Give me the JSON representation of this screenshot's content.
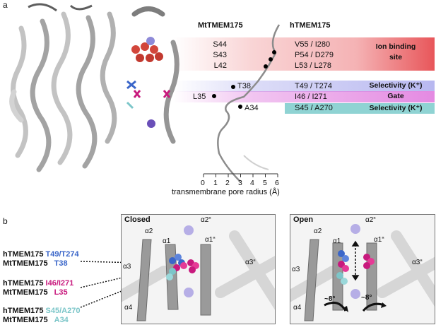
{
  "panel_a": {
    "label": "a",
    "col_mt": "MtTMEM175",
    "col_h": "hTMEM175",
    "rows": [
      {
        "mt": "S44",
        "h": "V55 / I280"
      },
      {
        "mt": "S43",
        "h": "P54 / D279"
      },
      {
        "mt": "L42",
        "h": "L53 / L278"
      },
      {
        "mt": "T38",
        "h": "T49 / T274"
      },
      {
        "mt": "L35",
        "h": "I46 / I271"
      },
      {
        "mt": "A34",
        "h": "S45 / A270"
      }
    ],
    "bands": {
      "ion_line1": "Ion binding",
      "ion_line2": "site",
      "selectivity": "Selectivity (K⁺)",
      "gate": "Gate",
      "selectivity2": "Selectivity (K⁺)"
    },
    "axis": {
      "ticks": [
        "0",
        "1",
        "2",
        "3",
        "4",
        "5",
        "6"
      ],
      "label": "transmembrane pore radius (Å)"
    },
    "colors": {
      "ion": "#e8565a",
      "selectivity": "#8e8ee6",
      "gate": "#d23fd0",
      "selectivity2": "#8fd3d3"
    }
  },
  "panel_b": {
    "label": "b",
    "rows": [
      {
        "h_prefix": "hTMEM175",
        "h_res": "T49/T274",
        "mt_prefix": "MtTMEM175",
        "mt_res": "T38",
        "color": "#3a66c9"
      },
      {
        "h_prefix": "hTMEM175",
        "h_res": "I46/I271",
        "mt_prefix": "MtTMEM175",
        "mt_res": "L35",
        "color": "#c8197d"
      },
      {
        "h_prefix": "hTMEM175",
        "h_res": "S45/A270",
        "mt_prefix": "MtTMEM175",
        "mt_res": "A34",
        "color": "#7cc6c9"
      }
    ],
    "closed": {
      "title": "Closed",
      "helices": [
        "α2",
        "α1",
        "α2“",
        "α1“",
        "α3",
        "α3“",
        "α4"
      ]
    },
    "open": {
      "title": "Open",
      "helices": [
        "α2",
        "α1",
        "α2“",
        "α1“",
        "α3",
        "α3“",
        "α4"
      ],
      "rot_left": "~8°",
      "rot_right": "~8°"
    }
  }
}
